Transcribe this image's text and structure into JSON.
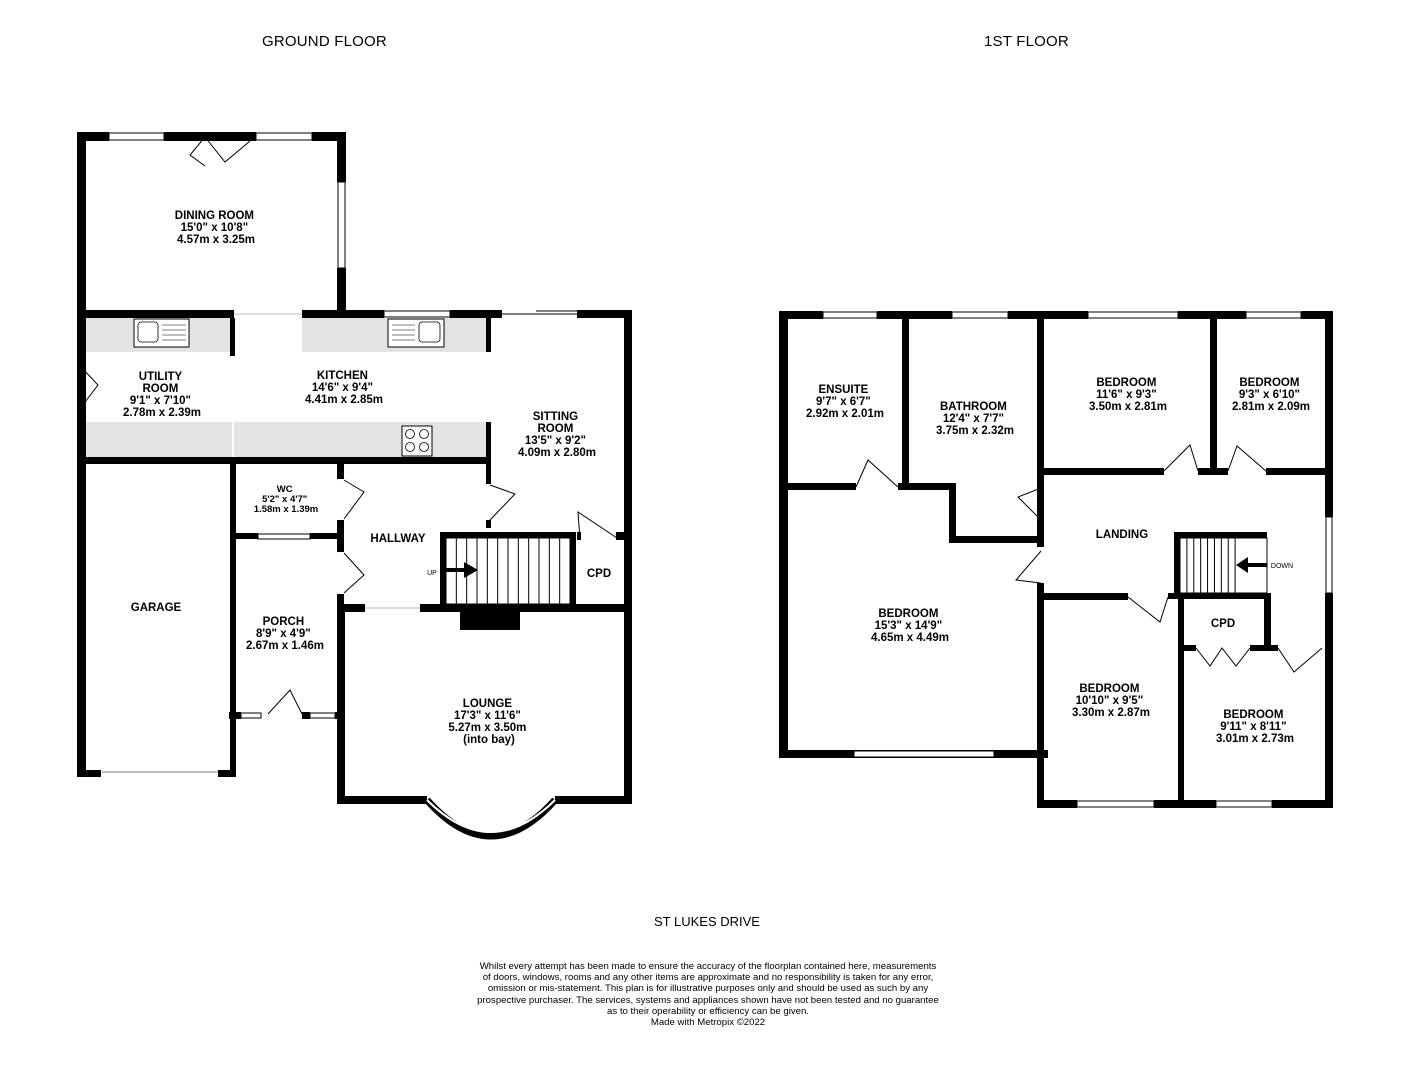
{
  "ground_floor_title": "GROUND FLOOR",
  "first_floor_title": "1ST FLOOR",
  "street_name": "ST LUKES DRIVE",
  "ground_rooms": {
    "dining": [
      "DINING ROOM",
      "15'0\"  x 10'8\"",
      "4.57m  x 3.25m"
    ],
    "utility": [
      "UTILITY",
      "ROOM",
      "9'1\"  x 7'10\"",
      "2.78m  x 2.39m"
    ],
    "kitchen": [
      "KITCHEN",
      "14'6\"  x 9'4\"",
      "4.41m  x 2.85m"
    ],
    "sitting": [
      "SITTING",
      "ROOM",
      "13'5\"  x 9'2\"",
      "4.09m  x 2.80m"
    ],
    "wc": [
      "WC",
      "5'2\"  x 4'7\"",
      "1.58m  x 1.39m"
    ],
    "hallway": [
      "HALLWAY"
    ],
    "cpd": [
      "CPD"
    ],
    "garage": [
      "GARAGE"
    ],
    "porch": [
      "PORCH",
      "8'9\"  x 4'9\"",
      "2.67m  x 1.46m"
    ],
    "lounge": [
      "LOUNGE",
      "17'3\"  x 11'6\"",
      "5.27m  x 3.50m",
      "(into bay)"
    ],
    "up": "UP"
  },
  "first_rooms": {
    "ensuite": [
      "ENSUITE",
      "9'7\"  x 6'7\"",
      "2.92m  x 2.01m"
    ],
    "bathroom": [
      "BATHROOM",
      "12'4\"  x 7'7\"",
      "3.75m  x 2.32m"
    ],
    "bedroom_a": [
      "BEDROOM",
      "11'6\"  x 9'3\"",
      "3.50m  x 2.81m"
    ],
    "bedroom_b": [
      "BEDROOM",
      "9'3\"  x 6'10\"",
      "2.81m  x 2.09m"
    ],
    "landing": [
      "LANDING"
    ],
    "bedroom_main": [
      "BEDROOM",
      "15'3\"  x 14'9\"",
      "4.65m  x 4.49m"
    ],
    "cpd": [
      "CPD"
    ],
    "bedroom_c": [
      "BEDROOM",
      "10'10\"  x 9'5\"",
      "3.30m  x 2.87m"
    ],
    "bedroom_d": [
      "BEDROOM",
      "9'11\"  x 8'11\"",
      "3.01m  x 2.73m"
    ],
    "down": "DOWN"
  },
  "disclaimer_lines": [
    "Whilst every attempt has been made to ensure the accuracy of the floorplan contained here, measurements",
    "of doors, windows, rooms and any other items are approximate and no responsibility is taken for any error,",
    "omission or mis-statement. This plan is for illustrative purposes only and should be used as such by any",
    "prospective purchaser. The services, systems and appliances shown have not been tested and no guarantee",
    "as to their operability or efficiency can be given.",
    "Made with Metropix ©2022"
  ],
  "colors": {
    "wall": "#000000",
    "fixture_fill": "#e3e3e3",
    "background": "#ffffff"
  }
}
